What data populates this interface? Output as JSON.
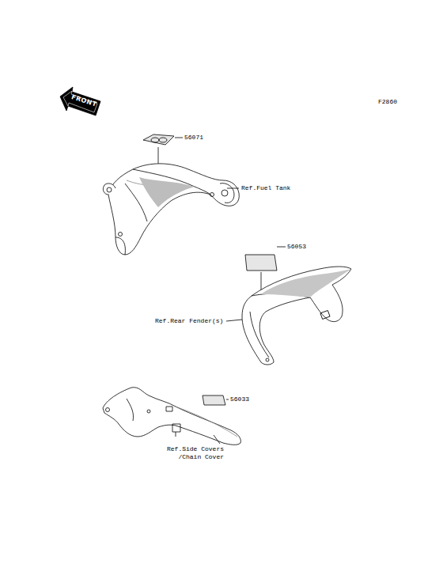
{
  "diagram": {
    "labels": [
      "F2860",
      "FRONT",
      "56071",
      "Ref.Fuel Tank",
      "56053",
      "Ref.Rear Fender(s)",
      "56033",
      "Ref.Side Covers /Chain Cover"
    ]
  }
}
